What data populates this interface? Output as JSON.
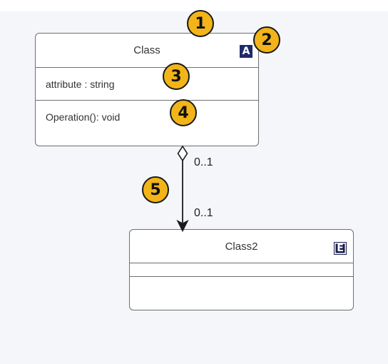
{
  "classes": {
    "class1": {
      "title": "Class",
      "stereotype_icon": "A",
      "attribute": "attribute : string",
      "operation": "Operation(): void"
    },
    "class2": {
      "title": "Class2",
      "stereotype_icon": "E"
    }
  },
  "association": {
    "source_multiplicity": "0..1",
    "target_multiplicity": "0..1"
  },
  "markers": [
    "1",
    "2",
    "3",
    "4",
    "5"
  ],
  "colors": {
    "marker_fill": "#f2b418",
    "stereotype_fill": "#1f2a6b",
    "border": "#6f6f6f",
    "canvas": "#f4f6f9"
  },
  "icons": {
    "abstract_stereotype": "letter-a-badge-icon",
    "enum_stereotype": "letter-e-badge-icon",
    "aggregation_end": "hollow-diamond-icon",
    "navigable_end": "arrowhead-icon"
  }
}
